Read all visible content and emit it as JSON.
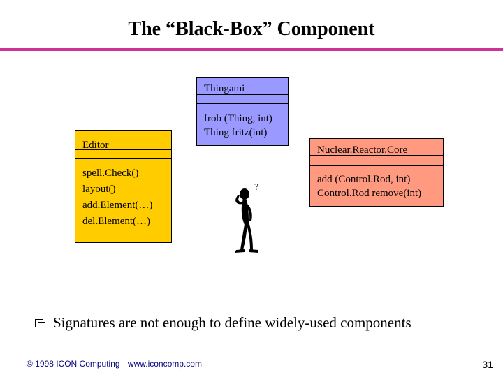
{
  "title": "The “Black-Box” Component",
  "thingami": {
    "name": "Thingami",
    "operations": [
      "frob (Thing, int)",
      "Thing fritz(int)"
    ]
  },
  "editor": {
    "name": "Editor",
    "operations": [
      "spell.Check()",
      "layout()",
      "add.Element(…)",
      "del.Element(…)"
    ]
  },
  "reactor": {
    "name": "Nuclear.Reactor.Core",
    "operations": [
      "add (Control.Rod, int)",
      "Control.Rod remove(int)"
    ]
  },
  "figure": {
    "thought": "?"
  },
  "bullet": "Signatures are not enough to define widely-used components",
  "footer": {
    "company": "© 1998 ICON Computing",
    "url": "www.iconcomp.com"
  },
  "page_number": "31",
  "colors": {
    "accent_rule": "#cc3399",
    "thingami_fill": "#9999ff",
    "editor_fill": "#ffcc00",
    "reactor_fill": "#ff9980"
  }
}
